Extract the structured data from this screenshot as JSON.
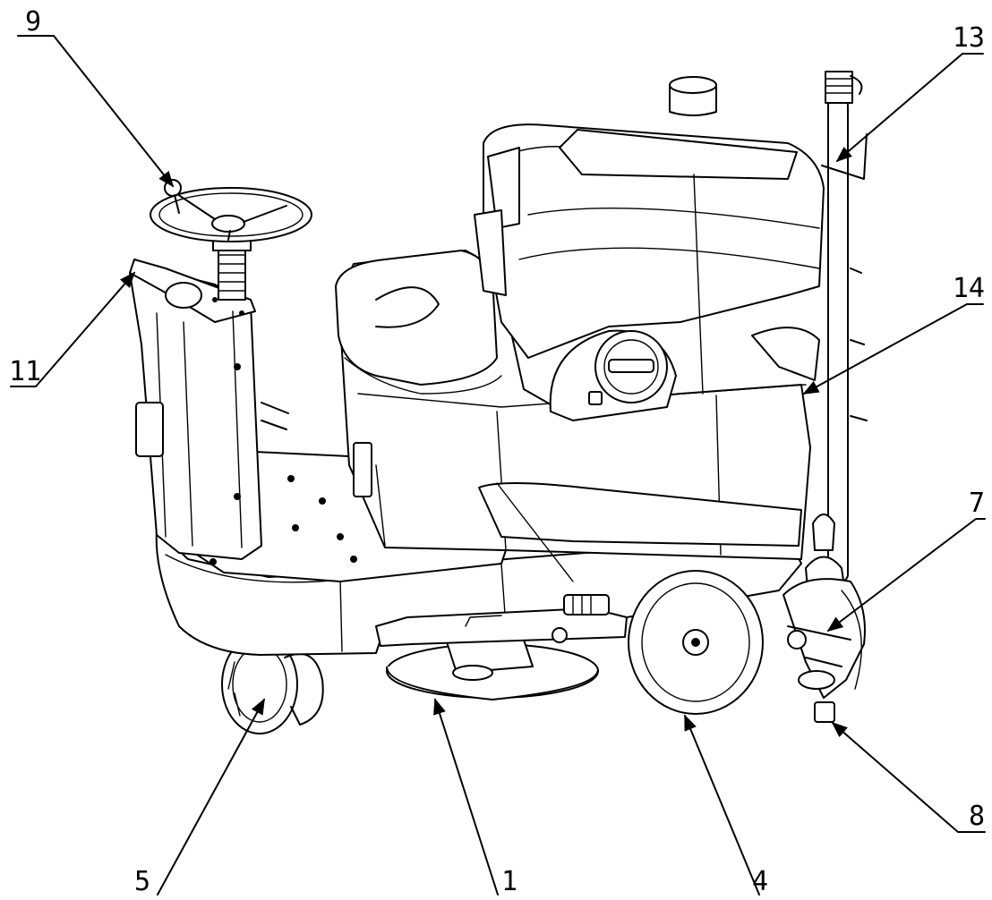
{
  "diagram": {
    "callouts": [
      {
        "id": "9",
        "label": "9"
      },
      {
        "id": "11",
        "label": "11"
      },
      {
        "id": "13",
        "label": "13"
      },
      {
        "id": "14",
        "label": "14"
      },
      {
        "id": "7",
        "label": "7"
      },
      {
        "id": "8",
        "label": "8"
      },
      {
        "id": "5",
        "label": "5"
      },
      {
        "id": "1",
        "label": "1"
      },
      {
        "id": "4",
        "label": "4"
      }
    ]
  }
}
